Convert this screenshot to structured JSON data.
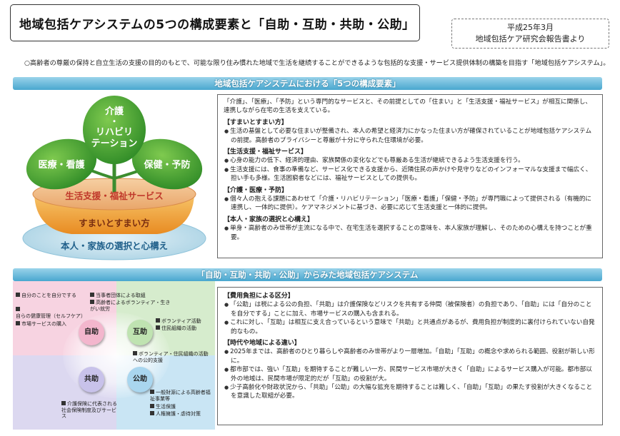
{
  "header": {
    "title": "地域包括ケアシステムの5つの構成要素と「自助・互助・共助・公助」",
    "source_line1": "平成25年3月",
    "source_line2": "地域包括ケア研究会報告書より"
  },
  "intro": "○高齢者の尊厳の保持と自立生活の支援の目的のもとで、可能な限り住み慣れた地域で生活を継続することができるような包括的な支援・サービス提供体制の構築を目指す「地域包括ケアシステム」。",
  "section1": {
    "bar_title": "地域包括ケアシステムにおける「5つの構成要素」",
    "illustration": {
      "leaf_left": "医療・看護",
      "leaf_center_1": "介護",
      "leaf_center_2": "・",
      "leaf_center_3": "リハビリ",
      "leaf_center_4": "テーション",
      "leaf_right": "保健・予防",
      "soil": "生活支援・福祉サービス",
      "pot": "すまいとすまい方",
      "plate": "本人・家族の選択と心構え"
    },
    "panel": {
      "lead": "「介護」、「医療」、「予防」という専門的なサービスと、その前提としての「住まい」と「生活支援・福祉サービス」が相互に関係し、連携しながら在宅の生活を支えている。",
      "h1": "【すまいとすまい方】",
      "h1_item1": "生活の基盤として必要な住まいが整備され、本人の希望と経済力にかなった住まい方が確保されていることが地域包括ケアシステムの前提。高齢者のプライバシーと尊厳が十分に守られた住環境が必要。",
      "h2": "【生活支援・福祉サービス】",
      "h2_item1": "心身の能力の低下、経済的理由、家族関係の変化などでも尊厳ある生活が継続できるよう生活支援を行う。",
      "h2_item2": "生活支援には、食事の準備など、サービス化できる支援から、近隣住民の声かけや見守りなどのインフォーマルな支援まで幅広く、担い手も多様。生活困窮者などには、福祉サービスとしての提供も。",
      "h3": "【介護・医療・予防】",
      "h3_item1": "個々人の抱える課題にあわせて「介護・リハビリテーション」「医療・看護」「保健・予防」が専門職によって提供される（有機的に連携し、一体的に提供）。ケアマネジメントに基づき、必要に応じて生活支援と一体的に提供。",
      "h4": "【本人・家族の選択と心構え】",
      "h4_item1": "単身・高齢者のみ世帯が主流になる中で、在宅生活を選択することの意味を、本人家族が理解し、そのための心構えを持つことが重要。"
    }
  },
  "section2": {
    "bar_title": "「自助・互助・共助・公助」からみた地域包括ケアシステム",
    "quadrant": {
      "jijo": "自助",
      "gojo": "互助",
      "kyojo": "共助",
      "kojo": "公助",
      "note_jijo_1": "自分のことを自分でする",
      "note_jijo_2": "自らの健康管理（セルフケア）",
      "note_jijo_3": "市場サービスの購入",
      "note_top_1": "当事者団体による取組",
      "note_top_2": "高齢者によるボランティア・生きがい就労",
      "note_gojo_1": "ボランティア活動",
      "note_gojo_2": "住民組織の活動",
      "note_mid": "ボランティア・住民組織の活動への公的支援",
      "note_kyojo_1": "介護保険に代表される社会保険制度及びサービス",
      "note_kojo_1": "一般財源による高齢者福祉事業等",
      "note_kojo_2": "生活保護",
      "note_kojo_3": "人権擁護・虐待対策"
    },
    "panel": {
      "h1": "【費用負担による区分】",
      "h1_item1": "「公助」は税による公の負担、「共助」は介護保険などリスクを共有する仲間（被保険者）の負担であり、「自助」には「自分のことを自分でする」ことに加え、市場サービスの購入も含まれる。",
      "h1_item2": "これに対し、「互助」は相互に支え合っているという意味で「共助」と共通点があるが、費用負担が制度的に裏付けられていない自発的なもの。",
      "h2": "【時代や地域による違い】",
      "h2_item1": "2025年までは、高齢者のひとり暮らしや高齢者のみ世帯がより一層増加。「自助」「互助」の概念や求められる範囲、役割が新しい形に。",
      "h2_item2": "都市部では、強い「互助」を期待することが難しい一方、民間サービス市場が大きく「自助」によるサービス購入が可能。都市部以外の地域は、民間市場が限定的だが「互助」の役割が大。",
      "h2_item3": "少子高齢化や財政状況から、「共助」「公助」の大幅な拡充を期待することは難しく、「自助」「互助」の果たす役割が大きくなることを意識した取組が必要。"
    }
  },
  "colors": {
    "leaf_green": "#3a9a2e",
    "section_blue": "#49a7cf",
    "soil_red": "#c0392b",
    "pot_orange": "#f0a23a",
    "plate_blue": "#b9dbe8",
    "jijo_pink": "#f5c6d8",
    "gojo_green": "#cfe9c6",
    "kyojo_lavender": "#d4d0ec",
    "kojo_blue": "#bfe0f2"
  }
}
